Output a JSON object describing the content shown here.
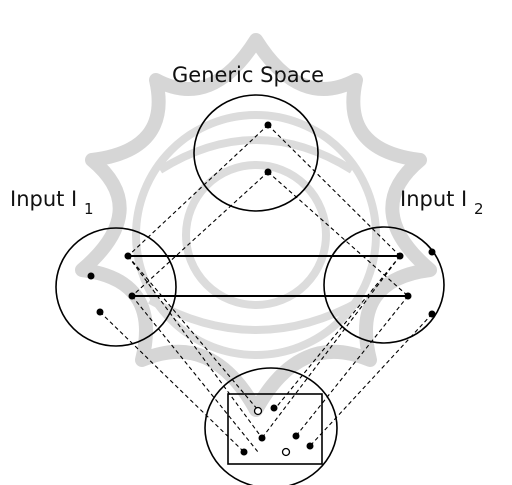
{
  "labels": {
    "generic_space": "Generic Space",
    "input1_prefix": "Input I",
    "input1_subscript": "1",
    "input2_prefix": "Input I",
    "input2_subscript": "2"
  },
  "colors": {
    "ink": "#000000",
    "watermark": "#d6d6d6",
    "background": "#ffffff"
  }
}
